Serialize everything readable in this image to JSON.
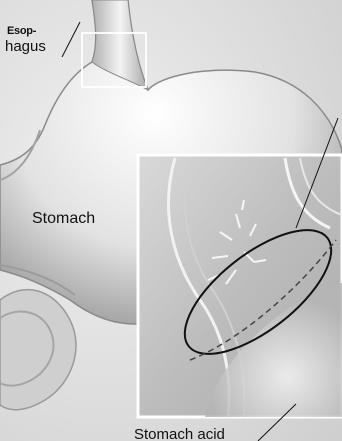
{
  "labels": {
    "esophagus_line1": "Esop-",
    "esophagus_line2": "hagus",
    "stomach": "Stomach",
    "stomach_acid": "Stomach acid"
  },
  "colors": {
    "background": "#e6e6e6",
    "organ_light": "#f2f2f2",
    "organ_shade": "#8c8c8c",
    "text": "#111111"
  }
}
